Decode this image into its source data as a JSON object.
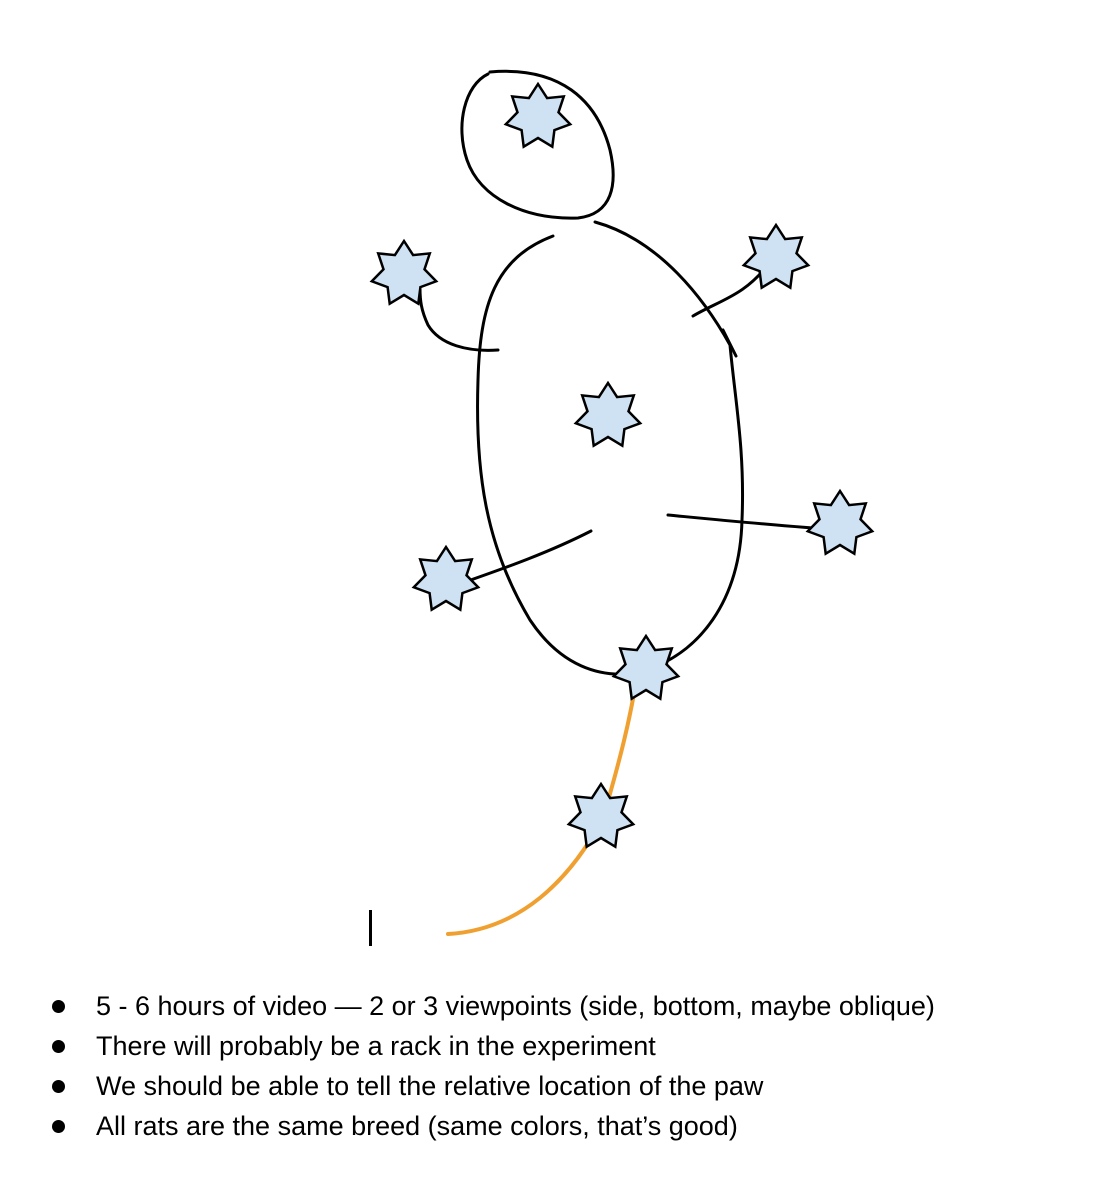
{
  "colors": {
    "marker_fill": "#cfe2f3",
    "tail": "#f0a030",
    "ink": "#000000"
  },
  "notes": [
    "5 - 6 hours of video — 2 or 3 viewpoints (side, bottom, maybe oblique)",
    "There will probably be a rack in the experiment",
    "We should be able to tell the relative location of the paw",
    "All rats are the same breed (same colors, that’s good)"
  ]
}
